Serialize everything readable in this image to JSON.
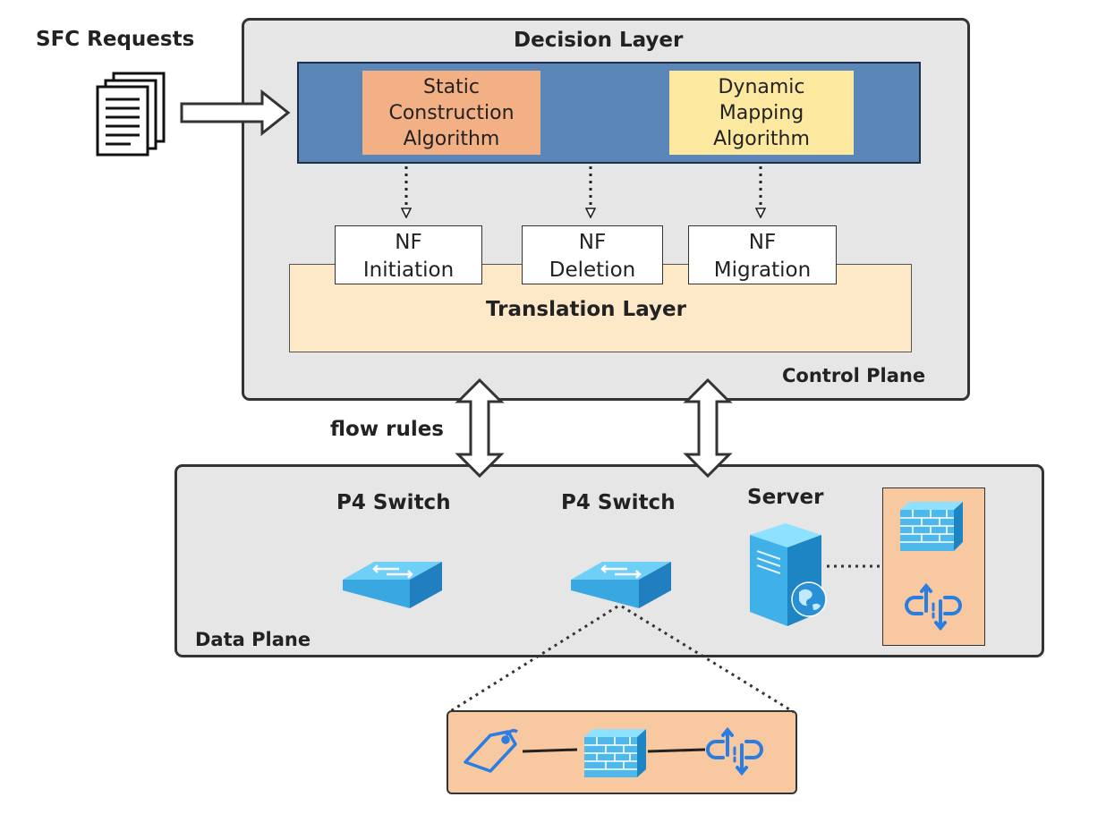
{
  "sfc_requests": "SFC Requests",
  "control_plane": {
    "label": "Control Plane",
    "decision_layer": {
      "title": "Decision Layer",
      "static_algorithm": [
        "Static",
        "Construction",
        "Algorithm"
      ],
      "dynamic_algorithm": [
        "Dynamic",
        "Mapping",
        "Algorithm"
      ]
    },
    "nf_operations": {
      "initiation": [
        "NF",
        "Initiation"
      ],
      "deletion": [
        "NF",
        "Deletion"
      ],
      "migration": [
        "NF",
        "Migration"
      ]
    },
    "translation_layer": "Translation Layer"
  },
  "flow_rules": "flow rules",
  "data_plane": {
    "label": "Data Plane",
    "switch_1": "P4 Switch",
    "switch_2": "P4 Switch",
    "server": "Server"
  },
  "colors": {
    "decision_bar": "#5b86b8",
    "static_algorithm": "#f3b085",
    "dynamic_algorithm": "#fde89f",
    "translation_layer": "#fde8c8",
    "nf_panel": "#f8c8a0",
    "device_blue": "#3fb0e8"
  },
  "icons": [
    "document-stack-icon",
    "p4-switch-icon",
    "server-icon",
    "firewall-icon",
    "load-balancer-icon",
    "tag-icon"
  ]
}
